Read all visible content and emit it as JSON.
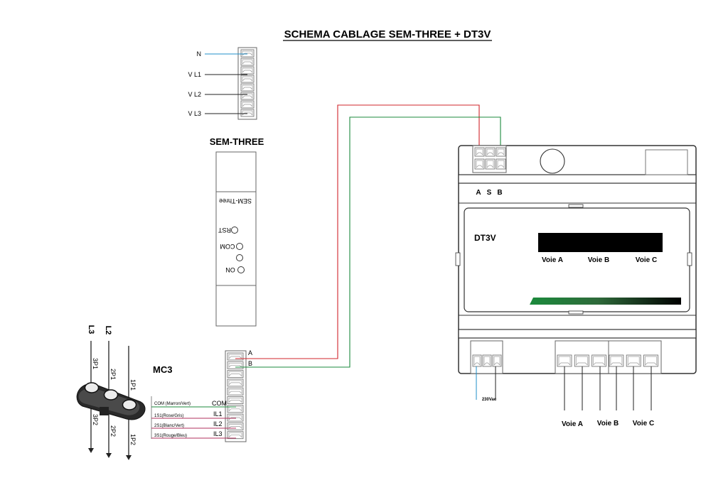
{
  "title": "SCHEMA CABLAGE SEM-THREE + DT3V",
  "colors": {
    "red": "#d0242b",
    "green": "#1b8a3c",
    "blue": "#1f8fc9",
    "pink": "#b0315c",
    "dark": "#1a1a1a",
    "display": "#000000"
  },
  "sem_three": {
    "top_terminal_labels": [
      "N",
      "V L1",
      "V L2",
      "V L3"
    ],
    "name": "SEM-THREE",
    "front_label": "SEM-Three",
    "button_labels": [
      "RST",
      "COM",
      "ON"
    ],
    "bottom_terminal_labels": [
      "A",
      "B"
    ]
  },
  "mc3": {
    "name": "MC3",
    "phase_labels": [
      "L3",
      "L2"
    ],
    "probe_labels": [
      "3P1",
      "2P1",
      "1P1",
      "3P2",
      "2P2",
      "1P2"
    ],
    "wire_colors": [
      "COM (Marron/Vert)",
      "1S1(Rose/Gris)",
      "2S1(Blanc/Vert)",
      "3S1(Rouge/Bleu)"
    ],
    "wire_inputs": [
      "COM",
      "IL1",
      "IL2",
      "IL3"
    ]
  },
  "dt3v": {
    "name": "DT3V",
    "terminal_labels": [
      "A",
      "S",
      "B"
    ],
    "display_labels": [
      "Voie A",
      "Voie B",
      "Voie C"
    ],
    "supply_label": "230Vac",
    "output_labels": [
      "Voie A",
      "Voie B",
      "Voie C"
    ]
  }
}
